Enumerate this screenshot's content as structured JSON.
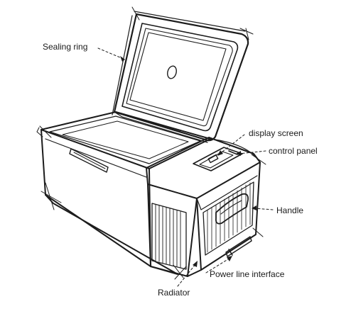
{
  "labels": {
    "sealing_ring": "Sealing ring",
    "display_screen": "display screen",
    "control_panel": "control panel",
    "handle": "Handle",
    "power_line_interface": "Power line interface",
    "radiator": "Radiator"
  },
  "colors": {
    "ink": "#1c1c1c",
    "background": "#ffffff"
  }
}
